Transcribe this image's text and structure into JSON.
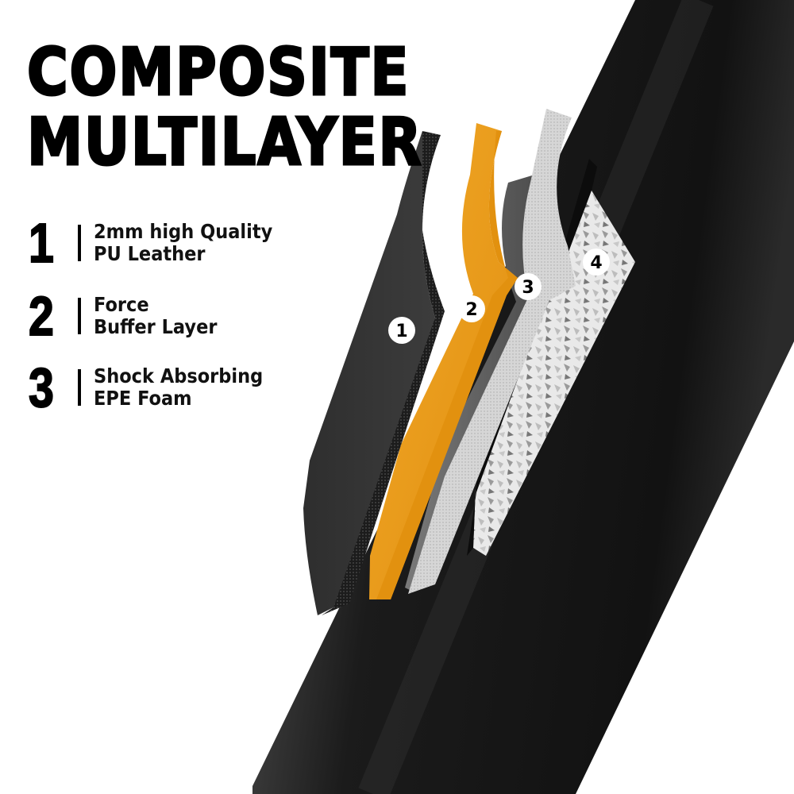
{
  "title": {
    "line1": "COMPOSITE",
    "line2": "MULTILAYER"
  },
  "features": [
    {
      "number": "1",
      "line1": "2mm high Quality",
      "line2": "PU Leather"
    },
    {
      "number": "2",
      "line1": "Force",
      "line2": "Buffer Layer"
    },
    {
      "number": "3",
      "line1": "Shock Absorbing",
      "line2": "EPE Foam"
    }
  ],
  "layer_badges": [
    "1",
    "2",
    "3",
    "4"
  ],
  "colors": {
    "pipe": "#141414",
    "leather": "#2b2b2b",
    "buffer_layer": "#f0a01e",
    "foam_gray": "#cfcfcf",
    "filler": "#e8e8e8",
    "text": "#000000"
  }
}
